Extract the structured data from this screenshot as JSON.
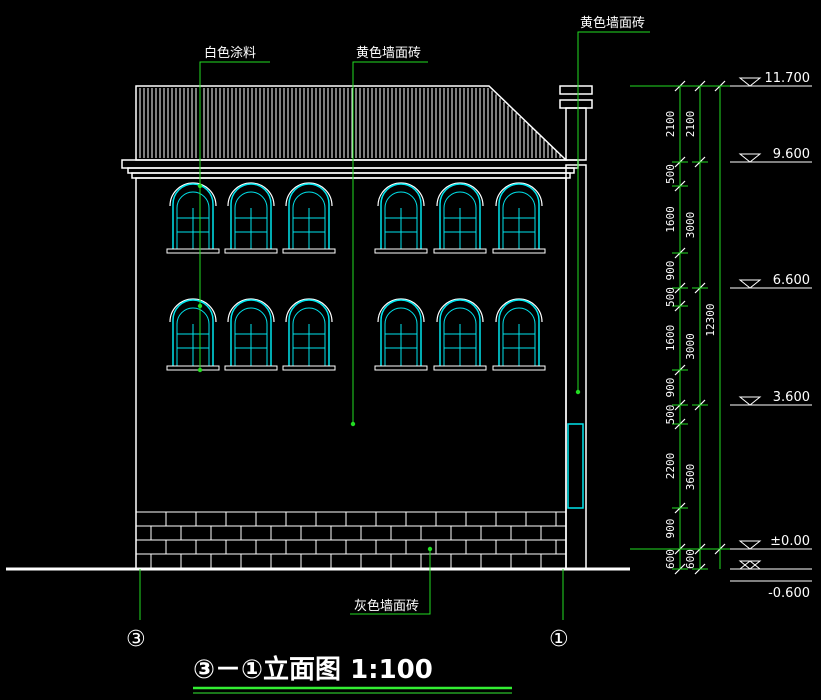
{
  "drawing": {
    "title": "③－①立面图 1:100",
    "axis_left": "③",
    "axis_right": "①",
    "colors": {
      "line": "#ffffff",
      "leader": "#22dd22",
      "window": "#00e5ee",
      "title_underline": "#33ee33"
    }
  },
  "labels": {
    "white_paint": "白色涂料",
    "yellow_tile": "黄色墙面砖",
    "yellow_tile_top": "黄色墙面砖",
    "gray_tile": "灰色墙面砖"
  },
  "levels": [
    "11.700",
    "9.600",
    "6.600",
    "3.600",
    "±0.00",
    "-0.600"
  ],
  "dims_inner": [
    "2100",
    "500",
    "1600",
    "900",
    "500",
    "1600",
    "900",
    "500",
    "2200",
    "900",
    "600"
  ],
  "dims_mid": [
    "2100",
    "3000",
    "3000",
    "3600",
    "600"
  ],
  "dim_total": "12300"
}
